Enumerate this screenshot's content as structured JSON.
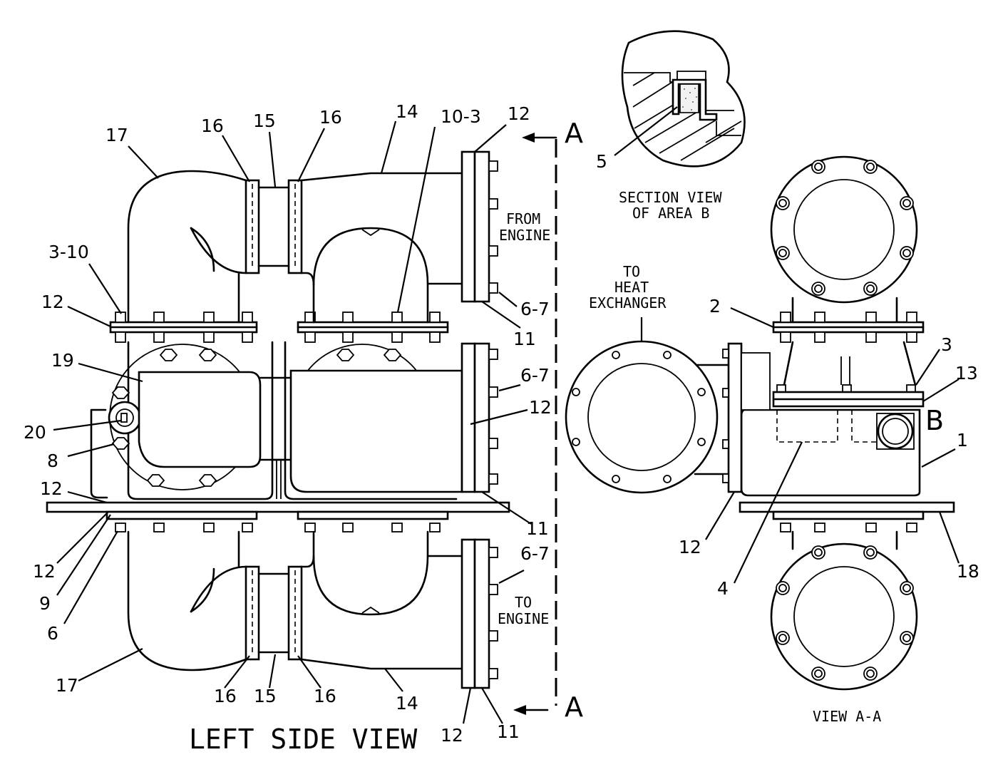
{
  "titles": {
    "left_view": "LEFT SIDE VIEW",
    "view_aa": "VIEW A-A",
    "section_line1": "SECTION VIEW",
    "section_line2": "OF AREA B"
  },
  "section_marks": {
    "a_top": "A",
    "a_bottom": "A",
    "b": "B"
  },
  "flow_labels": {
    "from_engine_1": "FROM",
    "from_engine_2": "ENGINE",
    "to_engine_1": "TO",
    "to_engine_2": "ENGINE",
    "to_hx_1": "TO",
    "to_hx_2": "HEAT",
    "to_hx_3": "EXCHANGER"
  },
  "callouts": {
    "c17_top": "17",
    "c16_top_left": "16",
    "c15_top": "15",
    "c16_top_right": "16",
    "c14_top": "14",
    "c10_3": "10-3",
    "c12_top": "12",
    "c3_10": "3-10",
    "c12_left_upper": "12",
    "c6_7_upper": "6-7",
    "c11_upper": "11",
    "c19": "19",
    "c6_7_mid": "6-7",
    "c12_mid": "12",
    "c20": "20",
    "c8": "8",
    "c12_left_mid": "12",
    "c11_mid": "11",
    "c12_left_low": "12",
    "c9": "9",
    "c6": "6",
    "c6_7_low": "6-7",
    "c17_bottom": "17",
    "c16_bot_left": "16",
    "c15_bot": "15",
    "c16_bot_right": "16",
    "c14_bot": "14",
    "c12_bot": "12",
    "c11_bot": "11",
    "c5": "5",
    "c2": "2",
    "c3": "3",
    "c13": "13",
    "c1": "1",
    "c12_aa": "12",
    "c4": "4",
    "c18": "18"
  }
}
